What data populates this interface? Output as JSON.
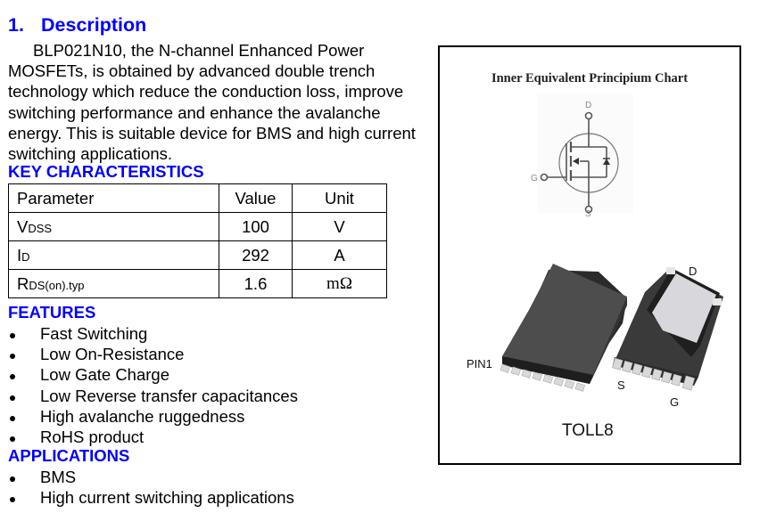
{
  "description": {
    "number": "1.",
    "title": "Description",
    "paragraph": "BLP021N10, the N-channel Enhanced Power MOSFETs, is obtained by advanced double trench technology which reduce the conduction loss, improve switching performance and enhance the avalanche energy. This is suitable device for BMS and high current switching applications."
  },
  "key_characteristics": {
    "heading": "KEY CHARACTERISTICS",
    "columns": [
      "Parameter",
      "Value",
      "Unit"
    ],
    "rows": [
      {
        "param_main": "V",
        "param_sub": "DSS",
        "value": "100",
        "unit": "V"
      },
      {
        "param_main": "I",
        "param_sub": "D",
        "value": "292",
        "unit": "A"
      },
      {
        "param_main": "R",
        "param_sub": "DS(on).typ",
        "value": "1.6",
        "unit": "mΩ"
      }
    ]
  },
  "features": {
    "heading": "FEATURES",
    "items": [
      "Fast Switching",
      "Low On-Resistance",
      "Low Gate Charge",
      "Low Reverse transfer capacitances",
      "High avalanche ruggedness",
      "RoHS product"
    ]
  },
  "applications": {
    "heading": "APPLICATIONS",
    "items": [
      "BMS",
      "High current switching applications"
    ]
  },
  "figure": {
    "title": "Inner Equivalent Principium Chart",
    "schematic_labels": {
      "drain": "D",
      "gate": "G",
      "source": "S"
    },
    "package_labels": {
      "pin1": "PIN1",
      "drain": "D",
      "source": "S",
      "gate": "G"
    },
    "package_name": "TOLL8",
    "colors": {
      "heading_blue": "#0000ff",
      "package_body": "#4a4a4a",
      "package_pad": "#d8d8dc"
    }
  }
}
